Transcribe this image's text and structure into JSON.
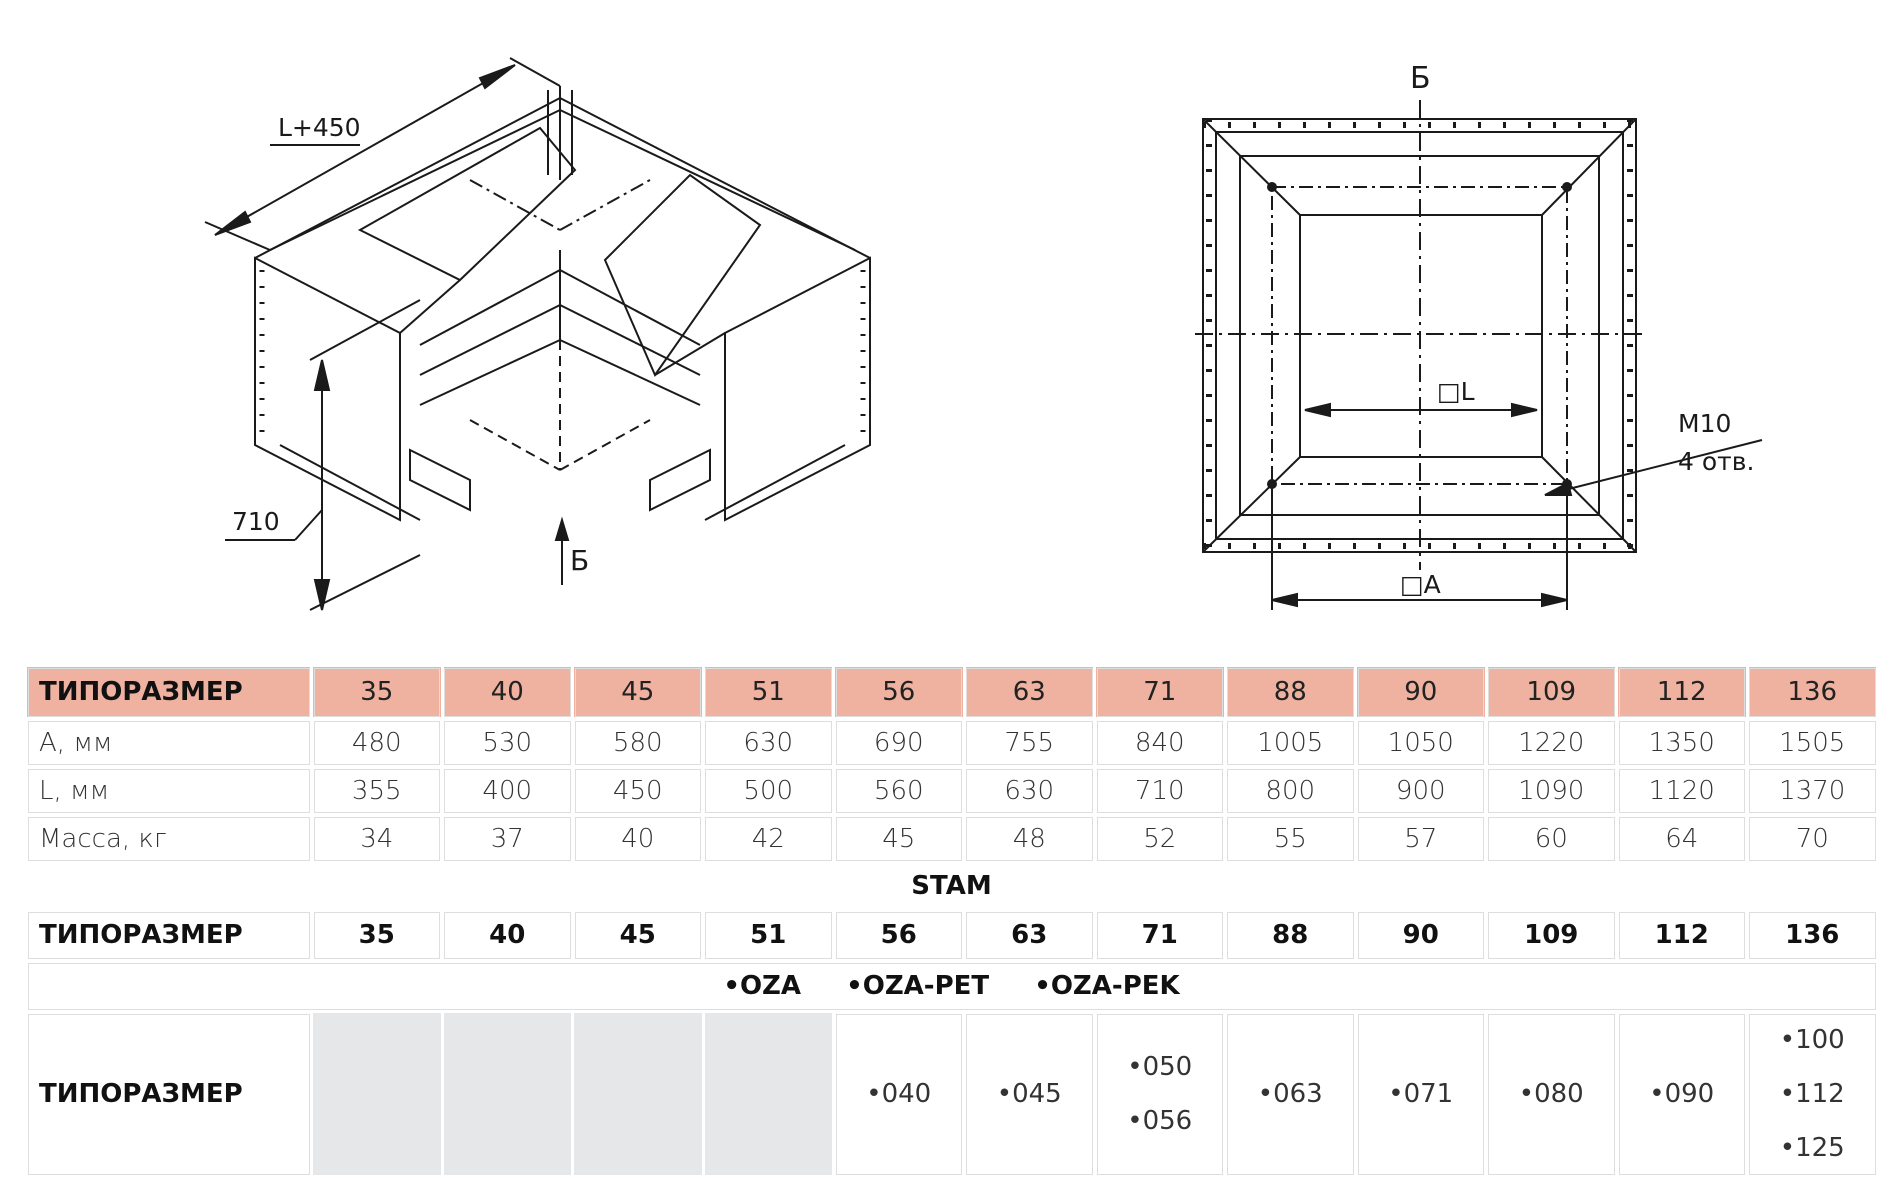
{
  "drawing": {
    "iso_dim_length": "L+450",
    "iso_dim_height": "710",
    "section_mark": "Б",
    "top_section_mark": "Б",
    "dim_inner": "□L",
    "dim_outer": "□A",
    "bolt_spec": "M10",
    "bolt_count": "4 отв."
  },
  "table": {
    "header_label": "ТИПОРАЗМЕР",
    "sizes": [
      "35",
      "40",
      "45",
      "51",
      "56",
      "63",
      "71",
      "88",
      "90",
      "109",
      "112",
      "136"
    ],
    "rows": [
      {
        "label": "A, мм",
        "values": [
          "480",
          "530",
          "580",
          "630",
          "690",
          "755",
          "840",
          "1005",
          "1050",
          "1220",
          "1350",
          "1505"
        ]
      },
      {
        "label": "L, мм",
        "values": [
          "355",
          "400",
          "450",
          "500",
          "560",
          "630",
          "710",
          "800",
          "900",
          "1090",
          "1120",
          "1370"
        ]
      },
      {
        "label": "Масса, кг",
        "values": [
          "34",
          "37",
          "40",
          "42",
          "45",
          "48",
          "52",
          "55",
          "57",
          "60",
          "64",
          "70"
        ]
      }
    ],
    "stam_caption": "STAM",
    "stam_label": "ТИПОРАЗМЕР",
    "stam_sizes": [
      "35",
      "40",
      "45",
      "51",
      "56",
      "63",
      "71",
      "88",
      "90",
      "109",
      "112",
      "136"
    ],
    "series": [
      "•OZA",
      "•OZA-PET",
      "•OZA-PEK"
    ],
    "oza_label": "ТИПОРАЗМЕР",
    "oza_values": [
      [],
      [],
      [],
      [],
      [
        "•040"
      ],
      [
        "•045"
      ],
      [
        "•050",
        "•056"
      ],
      [
        "•063"
      ],
      [
        "•071"
      ],
      [
        "•080"
      ],
      [
        "•090"
      ],
      [
        "•100",
        "•112",
        "•125"
      ]
    ]
  }
}
